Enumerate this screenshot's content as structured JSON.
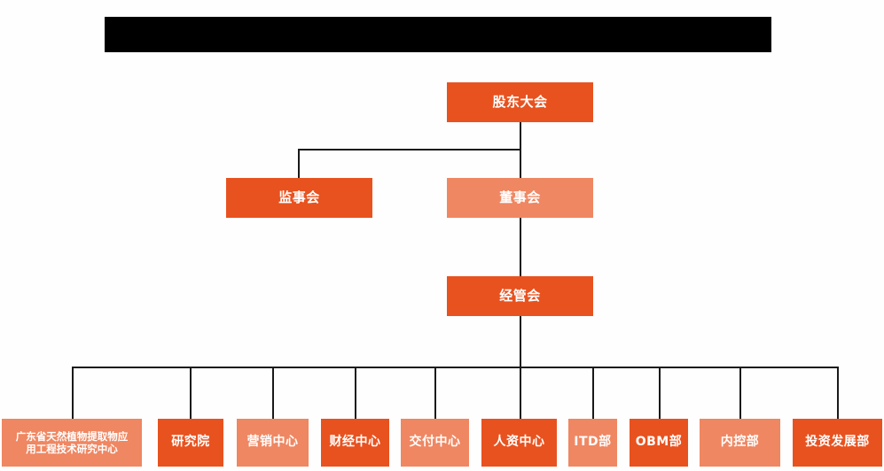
{
  "header": {
    "title_redacted": true,
    "title_text": ""
  },
  "colors": {
    "background": "#fefefe",
    "node_dark": "#e8521f",
    "node_light": "#ef8762",
    "connector": "#1a1a1a",
    "redaction": "#000000",
    "node_text": "#ffffff"
  },
  "chart": {
    "type": "org-chart",
    "levels": [
      {
        "name": "level-1",
        "nodes": [
          {
            "id": "shareholders",
            "label": "股东大会",
            "tone": "dark"
          }
        ]
      },
      {
        "name": "level-2",
        "nodes": [
          {
            "id": "supervisors",
            "label": "监事会",
            "tone": "dark"
          },
          {
            "id": "directors",
            "label": "董事会",
            "tone": "light"
          }
        ]
      },
      {
        "name": "level-3",
        "nodes": [
          {
            "id": "management",
            "label": "经管会",
            "tone": "dark"
          }
        ]
      },
      {
        "name": "level-4",
        "nodes": [
          {
            "id": "research-center",
            "label": "广东省天然植物提取物应用工程技术研究中心",
            "line1": "广东省天然植物提取物应",
            "line2": "用工程技术研究中心",
            "tone": "light"
          },
          {
            "id": "research-institute",
            "label": "研究院",
            "tone": "dark"
          },
          {
            "id": "marketing-center",
            "label": "营销中心",
            "tone": "light"
          },
          {
            "id": "finance-center",
            "label": "财经中心",
            "tone": "dark"
          },
          {
            "id": "delivery-center",
            "label": "交付中心",
            "tone": "light"
          },
          {
            "id": "hr-center",
            "label": "人资中心",
            "tone": "dark"
          },
          {
            "id": "itd-dept",
            "label": "ITD部",
            "tone": "light"
          },
          {
            "id": "obm-dept",
            "label": "OBM部",
            "tone": "dark"
          },
          {
            "id": "internal-control-dept",
            "label": "内控部",
            "tone": "light"
          },
          {
            "id": "investment-dev-dept",
            "label": "投资发展部",
            "tone": "dark"
          }
        ]
      }
    ],
    "edges": [
      {
        "from": "shareholders",
        "to": "supervisors"
      },
      {
        "from": "shareholders",
        "to": "directors"
      },
      {
        "from": "directors",
        "to": "management"
      },
      {
        "from": "management",
        "to": "research-center"
      },
      {
        "from": "management",
        "to": "research-institute"
      },
      {
        "from": "management",
        "to": "marketing-center"
      },
      {
        "from": "management",
        "to": "finance-center"
      },
      {
        "from": "management",
        "to": "delivery-center"
      },
      {
        "from": "management",
        "to": "hr-center"
      },
      {
        "from": "management",
        "to": "itd-dept"
      },
      {
        "from": "management",
        "to": "obm-dept"
      },
      {
        "from": "management",
        "to": "internal-control-dept"
      },
      {
        "from": "management",
        "to": "investment-dev-dept"
      }
    ]
  }
}
